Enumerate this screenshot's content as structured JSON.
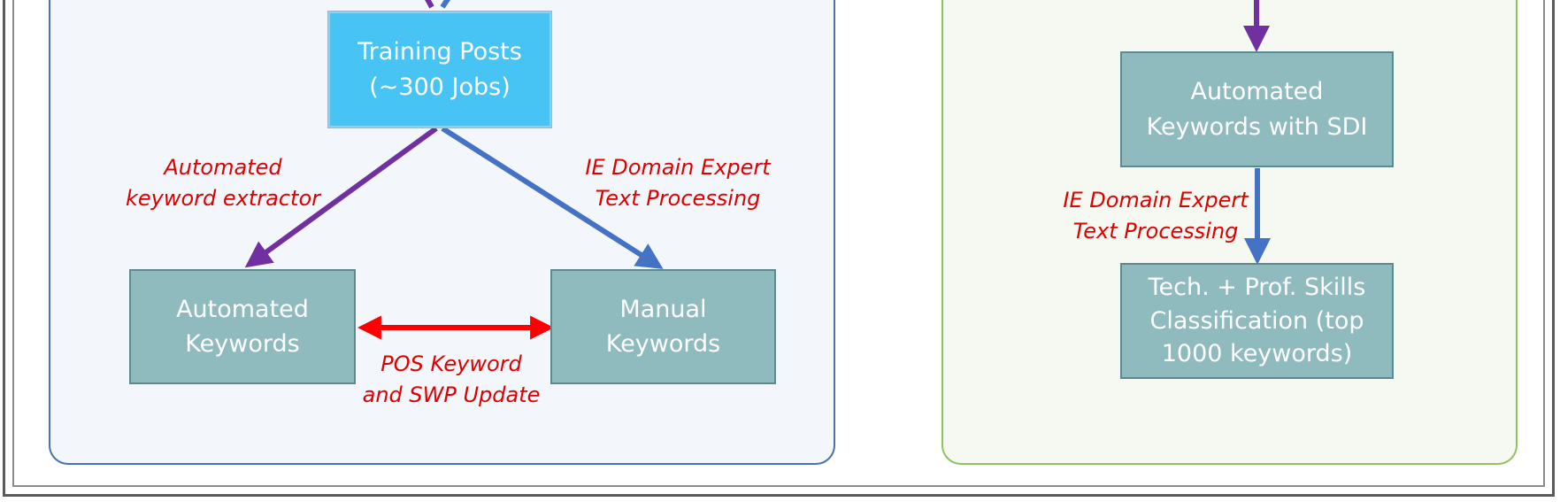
{
  "boxes": {
    "training_posts": {
      "line1": "Training Posts",
      "line2": "(~300 Jobs)"
    },
    "automated_keywords": {
      "line1": "Automated",
      "line2": "Keywords"
    },
    "manual_keywords": {
      "line1": "Manual",
      "line2": "Keywords"
    },
    "automated_keywords_sdi": {
      "line1": "Automated",
      "line2": "Keywords with SDI"
    },
    "skills_classification": {
      "line1": "Tech. + Prof. Skills",
      "line2": "Classification (top",
      "line3": "1000 keywords)"
    }
  },
  "labels": {
    "automated_extractor": {
      "line1": "Automated",
      "line2": "keyword extractor"
    },
    "ie_expert_left": {
      "line1": "IE Domain Expert",
      "line2": "Text Processing"
    },
    "pos_keyword": {
      "line1": "POS Keyword",
      "line2": "and SWP Update"
    },
    "ie_expert_right": {
      "line1": "IE Domain Expert",
      "line2": "Text Processing"
    }
  },
  "colors": {
    "purple_arrow": "#7030a0",
    "blue_arrow": "#4472c4",
    "red_arrow": "#ff0000",
    "box_teal": "#8fbbbf",
    "box_blue": "#48c4f4",
    "label_red": "#e00000"
  }
}
